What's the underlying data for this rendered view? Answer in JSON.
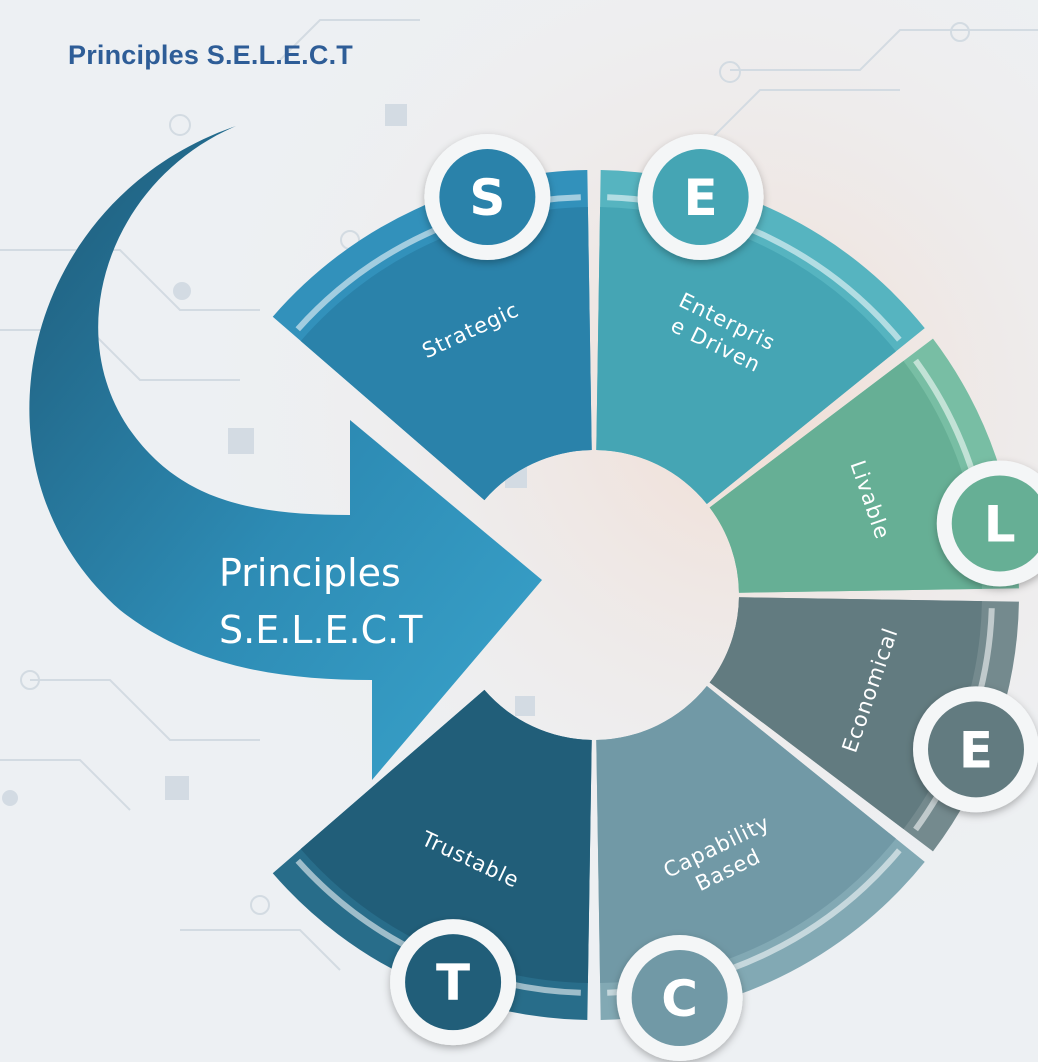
{
  "title": "Principles S.E.L.E.C.T",
  "arrow": {
    "line1": "Principles",
    "line2": "S.E.L.E.C.T"
  },
  "segments": [
    {
      "key": "S",
      "letter": "S",
      "lines": [
        "Strategic"
      ],
      "color": "#3291bb",
      "inner": "#2a82aa"
    },
    {
      "key": "E1",
      "letter": "E",
      "lines": [
        "Enterpris",
        "e Driven"
      ],
      "color": "#56b4c0",
      "inner": "#45a5b4"
    },
    {
      "key": "L",
      "letter": "L",
      "lines": [
        "Livable"
      ],
      "color": "#78bea4",
      "inner": "#66af95"
    },
    {
      "key": "E2",
      "letter": "E",
      "lines": [
        "Economical"
      ],
      "color": "#748a8e",
      "inner": "#627b80"
    },
    {
      "key": "C",
      "letter": "C",
      "lines": [
        "Capability",
        "Based"
      ],
      "color": "#82a9b4",
      "inner": "#7199a6"
    },
    {
      "key": "T",
      "letter": "T",
      "lines": [
        "Trustable"
      ],
      "color": "#286d8a",
      "inner": "#215e79"
    }
  ]
}
